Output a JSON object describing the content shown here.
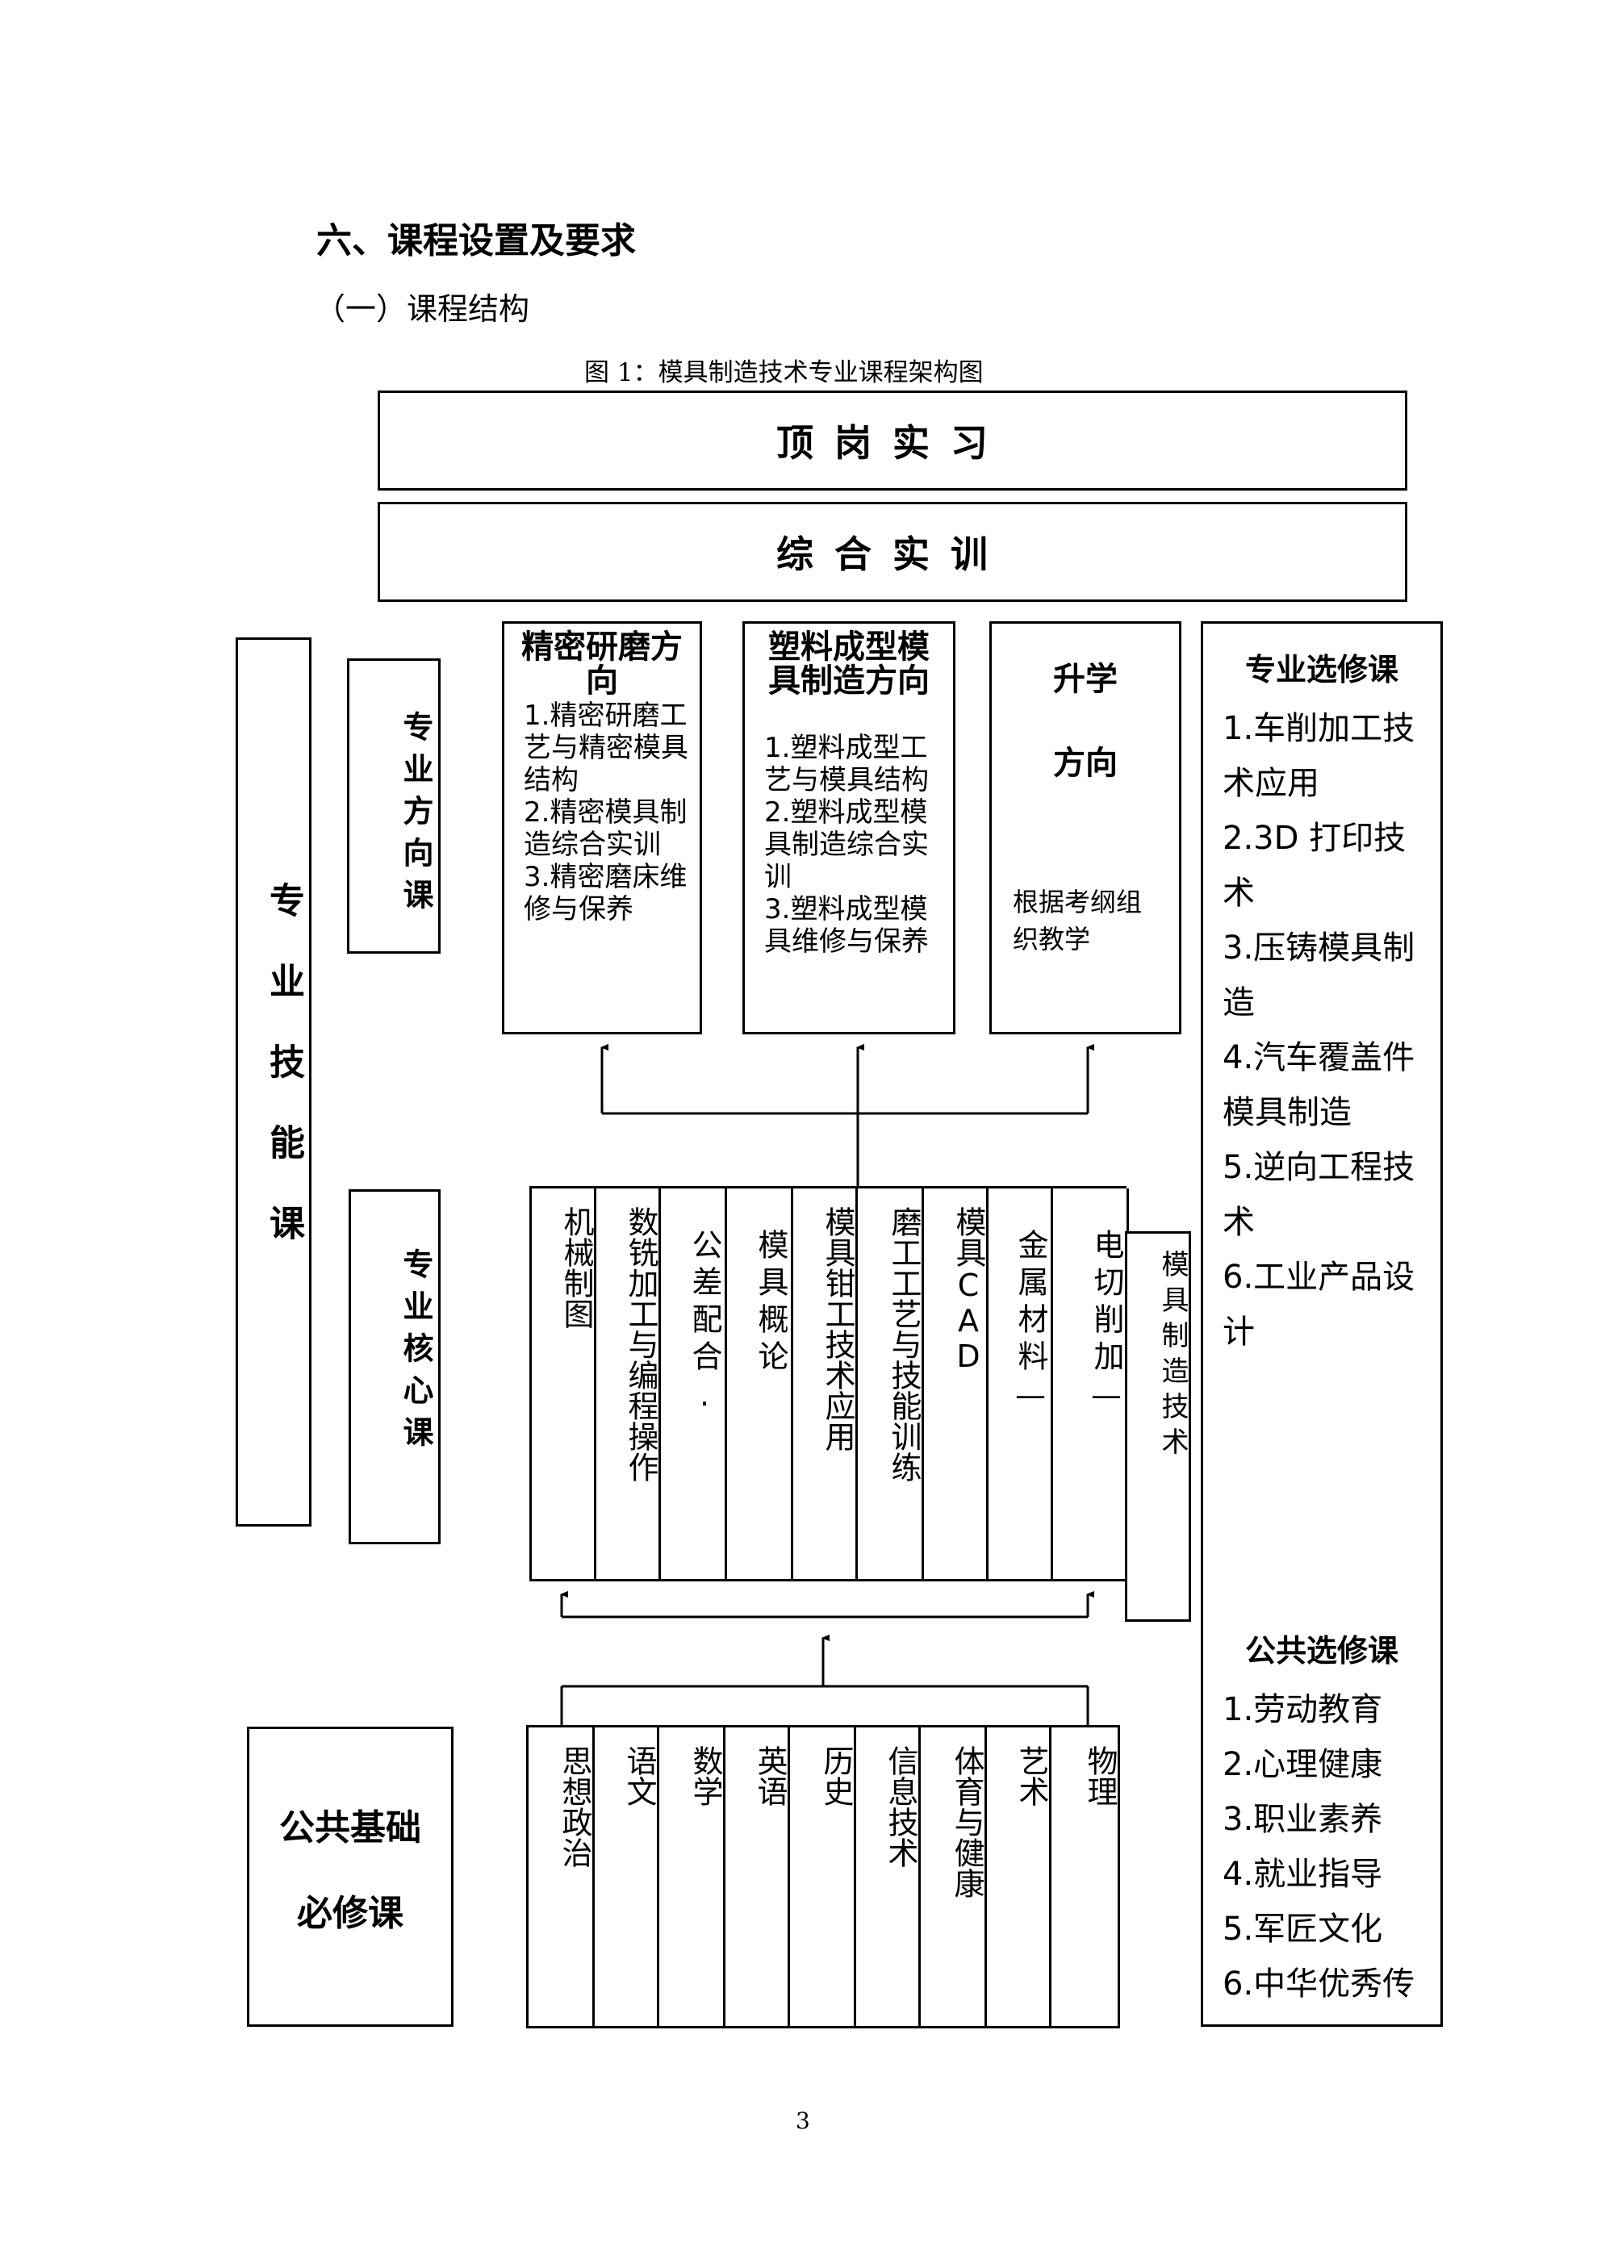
{
  "section_heading": "六、课程设置及要求",
  "subsection_heading": "（一）课程结构",
  "figure_caption": "图 1：模具制造技术专业课程架构图",
  "top_banners": [
    "顶岗实习",
    "综合实训"
  ],
  "skill_category": "专业技能课",
  "direction_category": "专业方向课",
  "core_category": "专业核心课",
  "public_category": [
    "公共基础",
    "必修课"
  ],
  "directions": [
    {
      "title": "精密研磨方向",
      "items": [
        "1.精密研磨工艺与精密模具结构",
        "2.精密模具制造综合实训",
        "3.精密磨床维修与保养"
      ]
    },
    {
      "title": "塑料成型模具制造方向",
      "items": [
        "1.塑料成型工艺与模具结构",
        "2.塑料成型模具制造综合实训",
        "3.塑料成型模具维修与保养"
      ]
    },
    {
      "title_lines": [
        "升学",
        "方向"
      ],
      "note": "根据考纲组织教学"
    }
  ],
  "core_courses": [
    "机械制图",
    "数铣加工与编程操作",
    "公差配合.",
    "模具概论",
    "模具钳工技术应用",
    "磨工工艺与技能训练",
    "模具CAD",
    "金属材料—",
    "电切削加—"
  ],
  "core_extra_course": "模具制造技术",
  "public_courses": [
    "思想政治",
    "语文",
    "数学",
    "英语",
    "历史",
    "信息技术",
    "体育与健康",
    "艺术",
    "物理"
  ],
  "professional_electives": {
    "title": "专业选修课",
    "items": [
      "1.车削加工技",
      "术应用",
      "2.3D 打印技",
      "术",
      "3.压铸模具制",
      "造",
      "4.汽车覆盖件",
      "模具制造",
      "5.逆向工程技",
      "术",
      "6.工业产品设",
      "计"
    ]
  },
  "public_electives": {
    "title": "公共选修课",
    "items": [
      "1.劳动教育",
      "2.心理健康",
      "3.职业素养",
      "4.就业指导",
      "5.军匠文化",
      "6.中华优秀传"
    ]
  },
  "page_number": "3"
}
